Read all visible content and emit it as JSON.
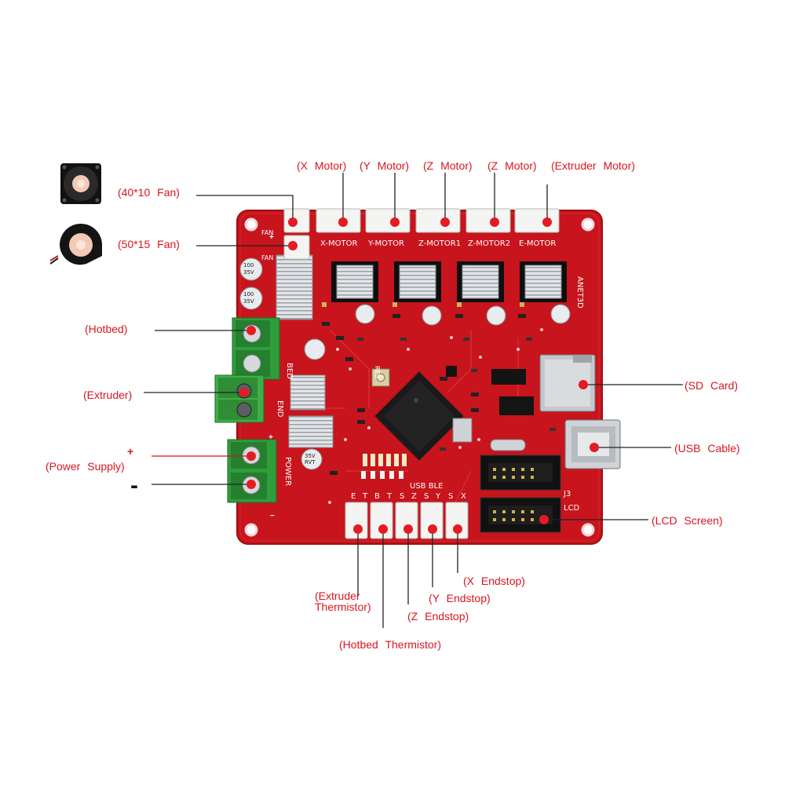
{
  "labels": {
    "x_motor": "(X  Motor)",
    "y_motor": "(Y  Motor)",
    "z_motor_1": "(Z  Motor)",
    "z_motor_2": "(Z  Motor)",
    "extruder_motor": "(Extruder  Motor)",
    "fan_40": "(40*10  Fan)",
    "fan_50": "(50*15  Fan)",
    "hotbed": "(Hotbed)",
    "extruder": "(Extruder)",
    "power_plus": "+",
    "power_supply": "(Power  Supply)",
    "power_minus": "-",
    "sd_card": "(SD  Card)",
    "usb_cable": "(USB  Cable)",
    "lcd_screen": "(LCD  Screen)",
    "x_endstop": "(X  Endstop)",
    "y_endstop": "(Y  Endstop)",
    "z_endstop": "(Z  Endstop)",
    "extruder_thermistor_1": "(Extruder",
    "extruder_thermistor_2": "Thermistor)",
    "hotbed_thermistor": "(Hotbed  Thermistor)"
  },
  "silkscreen": {
    "x_motor": "X-MOTOR",
    "y_motor": "Y-MOTOR",
    "z_motor1": "Z-MOTOR1",
    "z_motor2": "Z-MOTOR2",
    "e_motor": "E-MOTOR",
    "fan1": "FAN",
    "fan2": "FAN",
    "bed": "BED",
    "end": "END",
    "power": "POWER",
    "brand": "ANET3D",
    "usb_ble": "USB BLE",
    "j3": "J3",
    "lcd": "LCD",
    "res": "RES",
    "pin_e": "E",
    "pin_t1": "T",
    "pin_b": "B",
    "pin_t2": "T",
    "pin_s1": "S",
    "pin_z": "Z",
    "pin_s2": "S",
    "pin_y": "Y",
    "pin_s3": "S",
    "pin_x": "X",
    "cap_line1": "100",
    "cap_line2": "35V",
    "cap_line3": "RVT"
  },
  "colors": {
    "label_red": "#d8161f",
    "board_red": "#c8141c",
    "terminal_green": "#2e9e3a",
    "connector_white": "#f4f4f2",
    "heatsink_silver": "#d9dcdf"
  }
}
